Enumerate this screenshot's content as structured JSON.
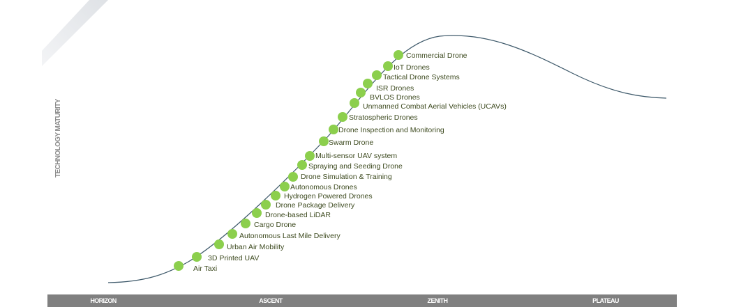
{
  "y_axis_label": "TECHNOLOGY MATURITY",
  "stages": [
    "HORIZON",
    "ASCENT",
    "ZENITH",
    "PLATEAU"
  ],
  "colors": {
    "dot": "#8ccf4d",
    "curve": "#3f5a6b",
    "bar": "#808080",
    "label": "#3d4a1f"
  },
  "technologies": [
    "Air Taxi",
    "3D Printed UAV",
    "Urban Air Mobility",
    "Autonomous Last Mile Delivery",
    "Cargo Drone",
    "Drone-based LiDAR",
    "Drone Package Delivery",
    "Hydrogen Powered Drones",
    "Autonomous Drones",
    "Drone Simulation & Training",
    "Spraying and Seeding Drone",
    "Multi-sensor UAV system",
    "Swarm Drone",
    "Drone Inspection and Monitoring",
    "Stratospheric Drones",
    "Unmanned Combat Aerial Vehicles (UCAVs)",
    "BVLOS Drones",
    "ISR Drones",
    "Tactical Drone Systems",
    "IoT Drones",
    "Commercial Drone"
  ]
}
